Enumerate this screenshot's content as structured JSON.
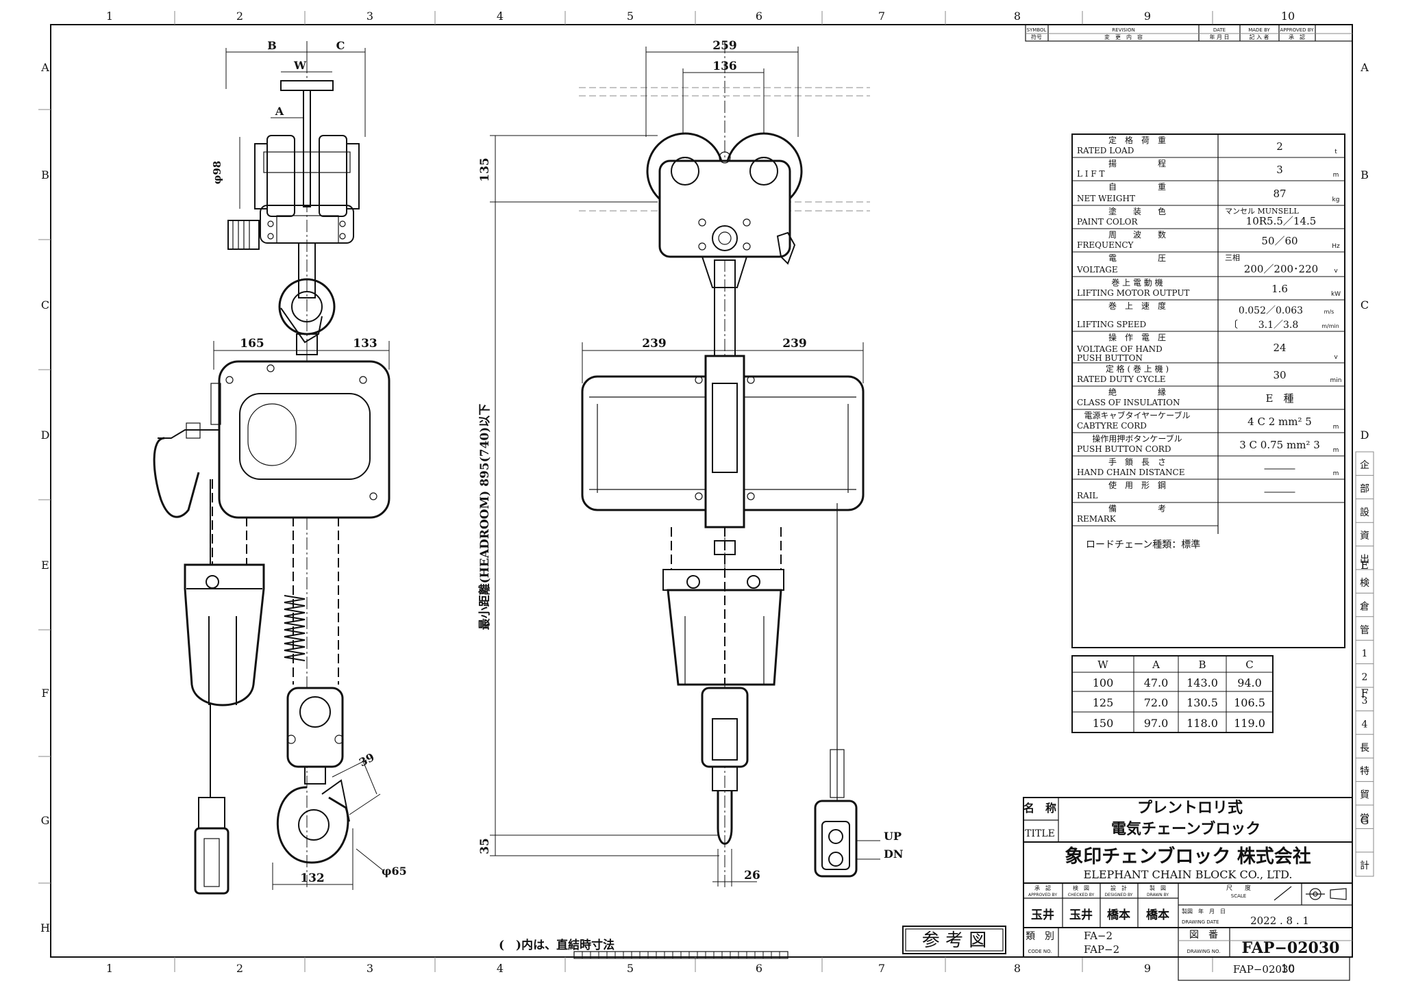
{
  "border": {
    "columns": [
      "1",
      "2",
      "3",
      "4",
      "5",
      "6",
      "7",
      "8",
      "9",
      "10"
    ],
    "rows": [
      "A",
      "B",
      "C",
      "D",
      "E",
      "F",
      "G",
      "H"
    ],
    "side_stamp": [
      "企",
      "部",
      "設",
      "資",
      "出",
      "検",
      "倉",
      "管",
      "1",
      "2",
      "3",
      "4",
      "長",
      "特",
      "貿",
      "営",
      "",
      "計"
    ]
  },
  "revision_header": {
    "symbol": "SYMBOL",
    "symbol_jp": "符号",
    "revision": "REVISION",
    "revision_jp": "変　更　内　容",
    "date": "DATE",
    "date_jp": "年 月 日",
    "made_by": "MADE BY",
    "made_by_jp": "記 入 者",
    "approved_by": "APPROVED BY",
    "approved_by_jp": "承　認"
  },
  "side_view": {
    "dims": {
      "b": "B",
      "c": "C",
      "w": "W",
      "a": "A",
      "wheel": "φ98",
      "left": "165",
      "right": "133",
      "bottom": "132",
      "hook_opening": "39",
      "hook_dia": "φ65"
    }
  },
  "front_view": {
    "dims": {
      "top_outer": "259",
      "top_inner": "136",
      "left": "239",
      "right": "239",
      "top_height": "135",
      "bottom_height": "35",
      "bottom_width": "26",
      "headroom": "最小距離(HEADROOM)  895(740)以下"
    },
    "pendant": {
      "up": "UP",
      "dn": "DN"
    }
  },
  "specs": [
    {
      "jp": "定　格　荷　重",
      "en": "RATED LOAD",
      "value": "2",
      "unit": "t"
    },
    {
      "jp": "揚　　　　　程",
      "en": "L I F T",
      "value": "3",
      "unit": "m"
    },
    {
      "jp": "自　　　　　重",
      "en": "NET WEIGHT",
      "value": "87",
      "unit": "kg"
    },
    {
      "jp": "塗　　装　　色",
      "en": "PAINT COLOR",
      "value": "10R5.5／14.5",
      "value_top": "マンセル MUNSELL",
      "unit": ""
    },
    {
      "jp": "周　　波　　数",
      "en": "FREQUENCY",
      "value": "50／60",
      "unit": "Hz"
    },
    {
      "jp": "電　　　　　圧",
      "en": "VOLTAGE",
      "value": "200／200･220",
      "value_top": "三相",
      "unit": "v"
    },
    {
      "jp": "巻 上 電 動 機",
      "en": "LIFTING MOTOR OUTPUT",
      "value": "1.6",
      "unit": "kW"
    },
    {
      "jp": "巻　上　速　度",
      "en": "LIFTING SPEED",
      "value": "0.052／0.063",
      "value2": "3.1／3.8",
      "unit": "m/s",
      "unit2": "m/min"
    },
    {
      "jp": "操　作　電　圧",
      "en": "VOLTAGE OF HAND",
      "en2": "PUSH BUTTON",
      "value": "24",
      "unit": "v"
    },
    {
      "jp": "定 格 ( 巻 上 機 )",
      "en": "RATED DUTY CYCLE",
      "value": "30",
      "unit": "min"
    },
    {
      "jp": "絶　　　　　縁",
      "en": "CLASS  OF INSULATION",
      "value": "E　種",
      "unit": ""
    },
    {
      "jp": "電源キャブタイヤーケーブル",
      "en": "CABTYRE CORD",
      "value": "4 C 2 mm² 5",
      "unit": "m"
    },
    {
      "jp": "操作用押ボタンケーブル",
      "en": "PUSH BUTTON CORD",
      "value": "3 C 0.75 mm² 3",
      "unit": "m"
    },
    {
      "jp": "手　鎖　長　さ",
      "en": "HAND CHAIN DISTANCE",
      "value": "―――",
      "unit": "m"
    },
    {
      "jp": "使　用　形　鋼",
      "en": "RAIL",
      "value": "―――",
      "unit": ""
    },
    {
      "jp": "備　　　　　考",
      "en": "REMARK",
      "value": "",
      "unit": ""
    }
  ],
  "spec_note": "ロードチェーン種類：標準",
  "dim_table": {
    "headers": [
      "W",
      "A",
      "B",
      "C"
    ],
    "rows": [
      [
        "100",
        "47.0",
        "143.0",
        "94.0"
      ],
      [
        "125",
        "72.0",
        "130.5",
        "106.5"
      ],
      [
        "150",
        "97.0",
        "118.0",
        "119.0"
      ]
    ]
  },
  "title_block": {
    "name_label": "名　称",
    "title_label": "TITLE",
    "title_line1": "プレントロリ式",
    "title_line2": "電気チェーンブロック",
    "company_jp": "象印チェンブロック 株式会社",
    "company_en": "ELEPHANT CHAIN BLOCK CO., LTD.",
    "approved": "承　認",
    "approved_en": "APPROVED BY",
    "checked": "検　図",
    "checked_en": "CHECKED BY",
    "designed": "設　計",
    "designed_en": "DESIGNED BY",
    "drawn": "製　図",
    "drawn_en": "DRAWN BY",
    "sign_approved": "玉井",
    "sign_checked": "玉井",
    "sign_designed": "橋本",
    "sign_drawn": "橋本",
    "scale_jp": "尺　　度",
    "scale_en": "SCALE",
    "date_jp": "製図　年　月　日",
    "date_en": "DRAWING DATE",
    "date": "2022 . 8 . 1",
    "class_jp": "類　別",
    "class_en": "CODE NO.",
    "code1": "FA−2",
    "code2": "FAP−2",
    "drawing_no_jp": "図　番",
    "drawing_no_en": "DRAWING NO.",
    "drawing_no": "FAP−02030",
    "drawing_no_small": "FAP−02030"
  },
  "reference": "参 考 図",
  "footnote": "(　)内は、直結時寸法"
}
